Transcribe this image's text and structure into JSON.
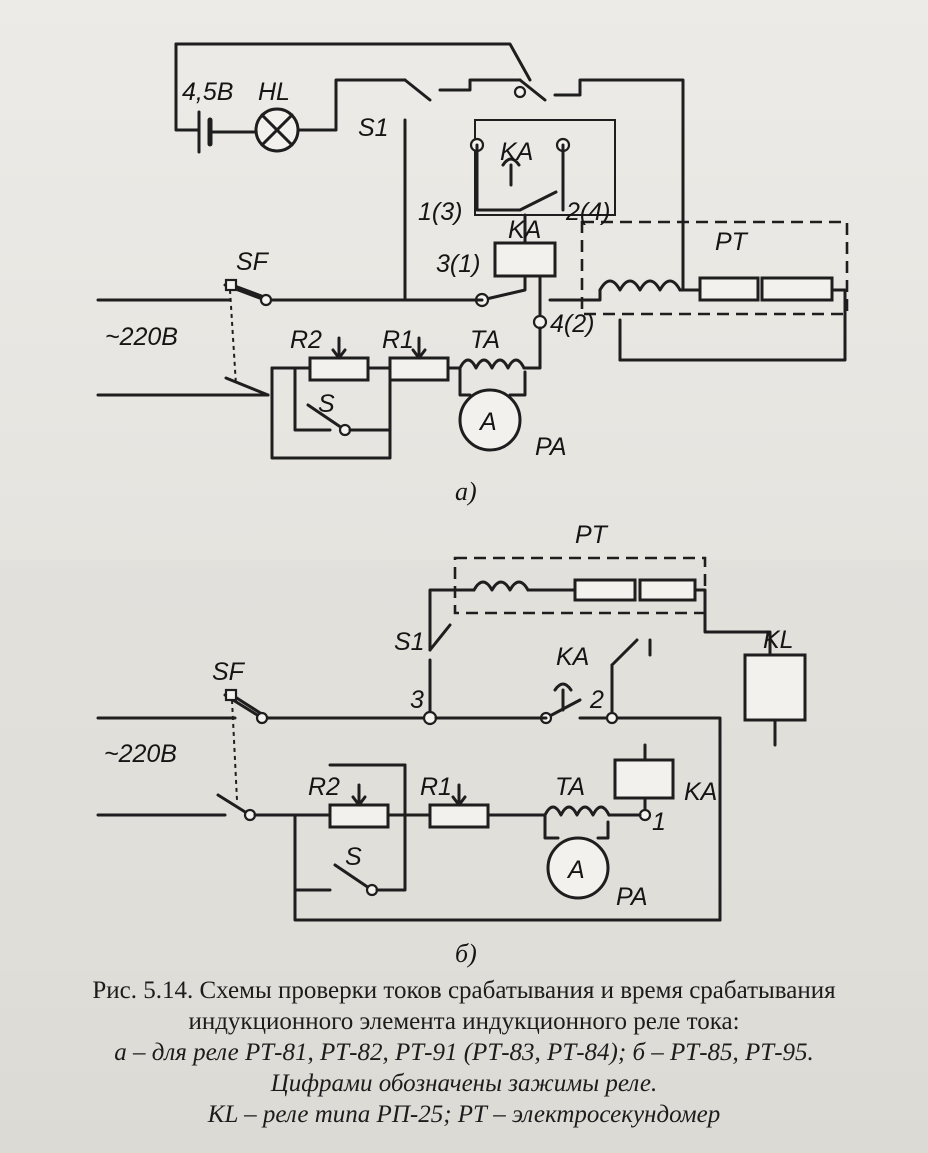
{
  "diagram_a": {
    "battery": "4,5В",
    "lamp": "HL",
    "switch_s1": "S1",
    "relay_ka_top": "KA",
    "terminal_1_3": "1(3)",
    "terminal_2_4": "2(4)",
    "relay_ka_coil": "KA",
    "terminal_3_1": "3(1)",
    "terminal_4_2": "4(2)",
    "timer_pt": "PT",
    "breaker": "SF",
    "voltage": "~220В",
    "rheostat_r2": "R2",
    "rheostat_r1": "R1",
    "transformer": "TA",
    "switch_s": "S",
    "ammeter": "A",
    "ammeter_label": "PA",
    "sublabel": "а)"
  },
  "diagram_b": {
    "timer_pt": "PT",
    "switch_s1": "S1",
    "relay_ka_contact": "KA",
    "relay_kl": "KL",
    "breaker": "SF",
    "terminal_3": "3",
    "terminal_2": "2",
    "voltage": "~220В",
    "rheostat_r2": "R2",
    "rheostat_r1": "R1",
    "transformer": "TA",
    "relay_ka_coil": "KA",
    "terminal_1": "1",
    "switch_s": "S",
    "ammeter": "A",
    "ammeter_label": "PA",
    "sublabel": "б)"
  },
  "caption": {
    "line1": "Рис. 5.14. Схемы проверки токов срабатывания и время срабатывания",
    "line2": "индукционного элемента индукционного реле тока:",
    "line3": "а – для реле РТ-81, РТ-82, РТ-91 (РТ-83, РТ-84); б – РТ-85, РТ-95.",
    "line4": "Цифрами обозначены зажимы реле.",
    "line5": "KL – реле типа РП-25; РТ – электросекундомер"
  }
}
